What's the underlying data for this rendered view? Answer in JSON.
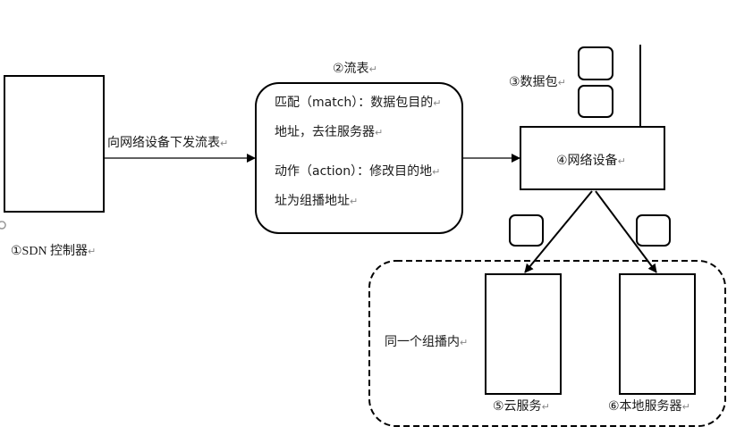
{
  "diagram": {
    "controller": {
      "label": "①SDN 控制器"
    },
    "edge_controller_to_flowtable": {
      "label": "向网络设备下发流表"
    },
    "flowtable": {
      "title": "②流表",
      "lines": [
        "匹配（match）：数据包目的",
        "地址，去往服务器",
        "动作（action）：修改目的地",
        "址为组播地址"
      ]
    },
    "packets": {
      "label": "③数据包"
    },
    "network_device": {
      "label": "④网络设备"
    },
    "multicast_group": {
      "label": "同一个组播内"
    },
    "cloud_service": {
      "label": "⑤云服务"
    },
    "local_server": {
      "label": "⑥本地服务器"
    },
    "paragraph_mark": "↵",
    "colors": {
      "stroke": "#000000",
      "text": "#1a1a1a",
      "paragraph_mark": "#888888"
    }
  }
}
